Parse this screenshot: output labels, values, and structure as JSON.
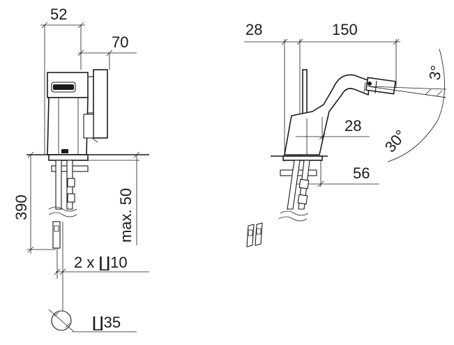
{
  "front_view": {
    "dims": {
      "body_width": "52",
      "lever_reach": "70",
      "tail_length": "390",
      "max_deck": "max. 50",
      "connections": "2 x ∐10",
      "hole": "∐35"
    }
  },
  "side_view": {
    "dims": {
      "offset": "28",
      "spout_reach": "150",
      "tilt_angle": "3°",
      "spout_height": "28",
      "spout_angle": "30°",
      "base_depth": "56"
    }
  }
}
